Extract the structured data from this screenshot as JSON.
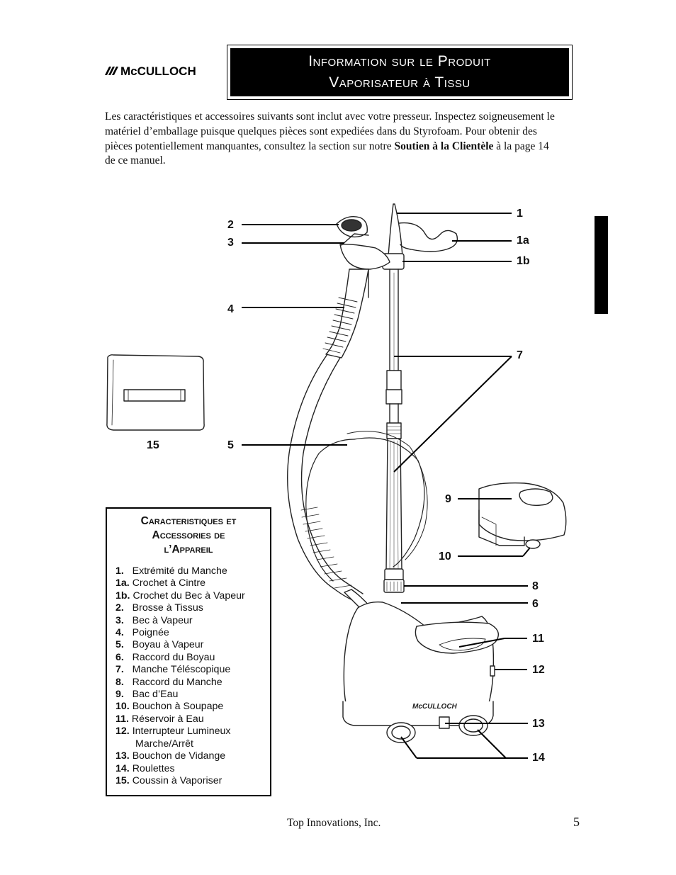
{
  "header": {
    "brand": "McCULLOCH",
    "title_line1": "Information sur le Produit",
    "title_line2": "Vaporisateur à Tissu"
  },
  "intro": {
    "text_before_bold": "Les caractéristiques et accessoires suivants sont inclut avec votre presseur.  Inspectez soigneusement le matériel d’emballage puisque quelques pièces sont expediées dans du Styrofoam.  Pour obtenir des pièces potentiellement manquantes, consultez la section sur notre ",
    "bold": "Soutien à la Clientèle",
    "text_after_bold": " à la page 14 de ce manuel."
  },
  "diagram": {
    "callouts": {
      "c1": "1",
      "c1a": "1a",
      "c1b": "1b",
      "c2": "2",
      "c3": "3",
      "c4": "4",
      "c5": "5",
      "c6": "6",
      "c7": "7",
      "c8": "8",
      "c9": "9",
      "c10": "10",
      "c11": "11",
      "c12": "12",
      "c13": "13",
      "c14": "14",
      "c15": "15"
    },
    "base_brand": "McCULLOCH"
  },
  "legend": {
    "title_line1": "Caracteristiques et",
    "title_line2": "Accessories de",
    "title_line3": "l’Appareil",
    "items": [
      {
        "num": "1.",
        "label": "Extrémité du Manche"
      },
      {
        "num": "1a.",
        "label": "Crochet à Cintre"
      },
      {
        "num": "1b.",
        "label": "Crochet du Bec à Vapeur"
      },
      {
        "num": "2.",
        "label": "Brosse à Tissus"
      },
      {
        "num": "3.",
        "label": "Bec à Vapeur"
      },
      {
        "num": "4.",
        "label": "Poignée"
      },
      {
        "num": "5.",
        "label": "Boyau à Vapeur"
      },
      {
        "num": "6.",
        "label": "Raccord du Boyau"
      },
      {
        "num": "7.",
        "label": "Manche Téléscopique"
      },
      {
        "num": "8.",
        "label": "Raccord du Manche"
      },
      {
        "num": "9.",
        "label": "Bac d’Eau"
      },
      {
        "num": "10.",
        "label": "Bouchon à Soupape"
      },
      {
        "num": "11.",
        "label": "Réservoir à Eau"
      },
      {
        "num": "12.",
        "label": "Interrupteur Lumineux"
      },
      {
        "num": "",
        "label": "Marche/Arrêt"
      },
      {
        "num": "13.",
        "label": "Bouchon de Vidange"
      },
      {
        "num": "14.",
        "label": "Roulettes"
      },
      {
        "num": "15.",
        "label": "Coussin à Vaporiser"
      }
    ]
  },
  "footer": {
    "company": "Top Innovations, Inc.",
    "page": "5"
  }
}
